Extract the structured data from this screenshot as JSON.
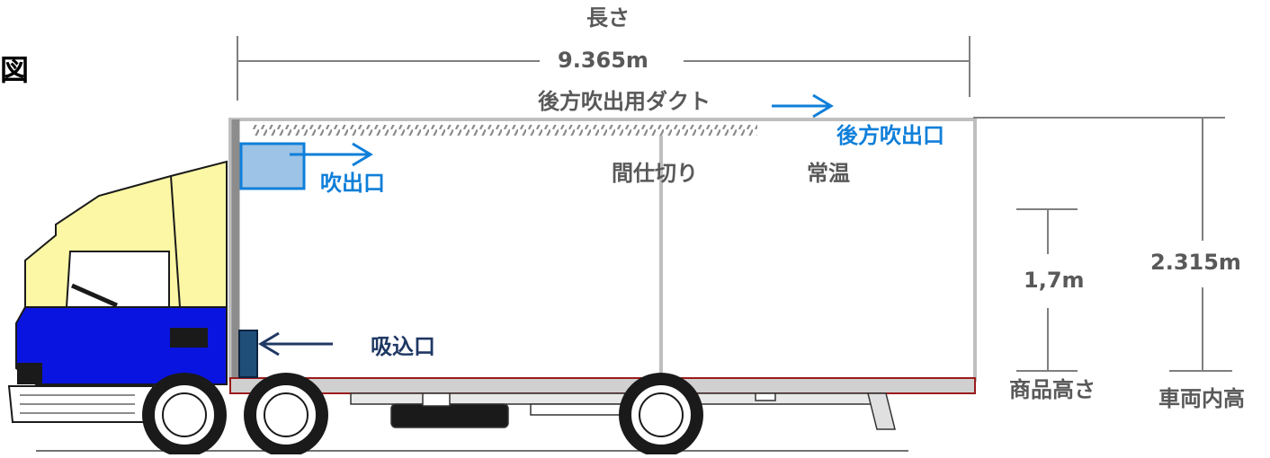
{
  "figure_label": "図",
  "length": {
    "title": "長さ",
    "value": "9.365m"
  },
  "duct": {
    "label": "後方吹出用ダクト"
  },
  "rear_outlet": {
    "label": "後方吹出口"
  },
  "outlet": {
    "label": "吹出口"
  },
  "partition": {
    "label": "間仕切り"
  },
  "ambient": {
    "label": "常温"
  },
  "intake": {
    "label": "吸込口"
  },
  "product_height": {
    "value": "1,7m",
    "caption": "商品高さ"
  },
  "interior_height": {
    "value": "2.315m",
    "caption": "車両内高"
  },
  "colors": {
    "accent_blue": "#0f7fd9",
    "text_gray": "#595959",
    "cab_yellow": "#fbf7a5",
    "cab_blue": "#0a14e0",
    "intake_navy": "#1f4e79",
    "outlet_fill": "#9dc3e6",
    "floor_red": "#9a1c1c"
  }
}
